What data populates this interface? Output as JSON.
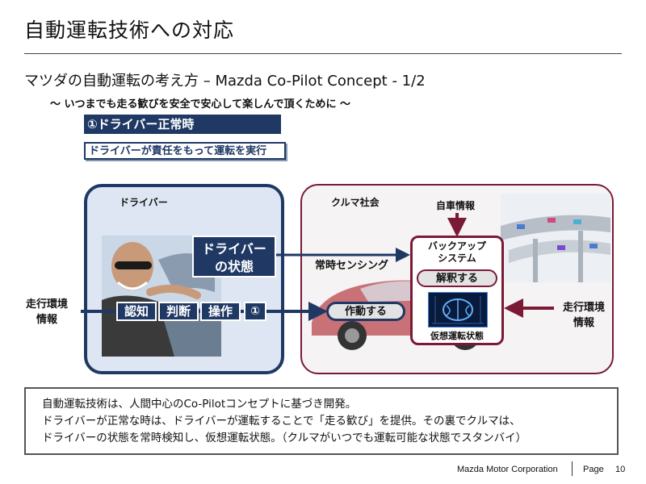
{
  "slide": {
    "title": "自動運転技術への対応",
    "subtitle": "マツダの自動運転の考え方 – Mazda Co-Pilot Concept - 1/2",
    "tagline": "～ いつまでも走る歓びを安全で安心して楽しんで頂くために ～",
    "mode_badge": "①ドライバー正常時",
    "mode_desc": "ドライバーが責任をもって運転を実行"
  },
  "diagram": {
    "driver_panel_label": "ドライバー",
    "society_panel_label": "クルマ社会",
    "driver_state": [
      "ドライバー",
      "の状態"
    ],
    "sensing_label": "常時センシング",
    "own_vehicle_info": "自車情報",
    "backup_system": [
      "バックアップ",
      "システム"
    ],
    "interpret_label": "解釈する",
    "virtual_driving_label": "仮想運転状態",
    "operate_label": "作動する",
    "env_info_left": [
      "走行環境",
      "情報"
    ],
    "env_info_right": [
      "走行環境",
      "情報"
    ],
    "steps": [
      "認知",
      "判断",
      "操作"
    ],
    "step_marker": "①"
  },
  "summary": {
    "lines": [
      "自動運転技術は、人間中心のCo-Pilotコンセプトに基づき開発。",
      "ドライバーが正常な時は、ドライバーが運転することで「走る歓び」を提供。その裏でクルマは、",
      "ドライバーの状態を常時検知し、仮想運転状態。（クルマがいつでも運転可能な状態でスタンバイ）"
    ]
  },
  "footer": {
    "company": "Mazda Motor Corporation",
    "page_label": "Page",
    "page_number": "10"
  },
  "colors": {
    "navy": "#1f3864",
    "maroon": "#7b1a35"
  }
}
